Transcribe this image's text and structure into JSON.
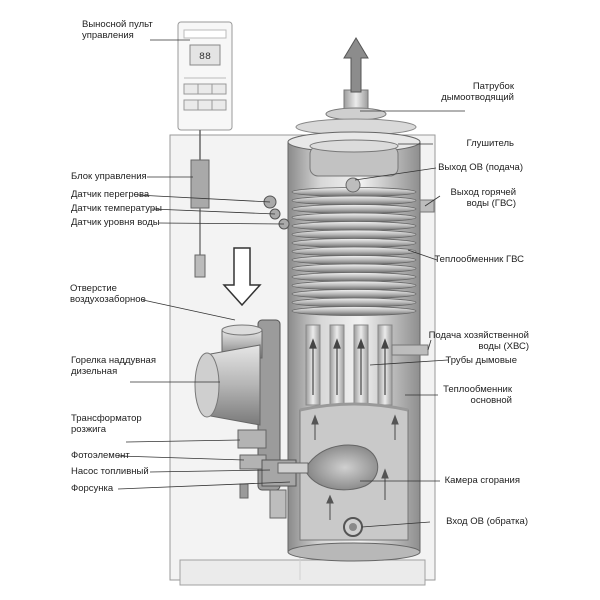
{
  "labels": {
    "remote_panel": [
      "Выносной пульт",
      "управления"
    ],
    "control_unit": "Блок управления",
    "overheat_sensor": "Датчик перегрева",
    "temp_sensor": "Датчик температуры",
    "water_level_sensor": "Датчик уровня воды",
    "air_intake": [
      "Отверстие",
      "воздухозаборное"
    ],
    "burner": [
      "Горелка наддувная",
      "дизельная"
    ],
    "ignition_transformer": [
      "Трансформатор",
      "розжига"
    ],
    "photocell": "Фотоэлемент",
    "fuel_pump": "Насос топливный",
    "nozzle": "Форсунка",
    "flue_pipe": [
      "Патрубок",
      "дымоотводящий"
    ],
    "muffler": "Глушитель",
    "heating_outlet": "Выход ОВ (подача)",
    "hot_water_outlet": [
      "Выход горячей",
      "воды (ГВС)"
    ],
    "dhw_exchanger": "Теплообменник ГВС",
    "cold_water_inlet": [
      "Подача хозяйственной",
      "воды (ХВС)"
    ],
    "flue_tubes": "Трубы дымовые",
    "main_exchanger": [
      "Теплообменник",
      "основной"
    ],
    "combustion_chamber": "Камера сгорания",
    "heating_return": "Вход ОВ (обратка)"
  },
  "panel": {
    "display": "88"
  },
  "colors": {
    "metal_light": "#e6e6e6",
    "metal_mid": "#a9a9a9",
    "metal_dark": "#6e6e6e",
    "line": "#333333",
    "flame": "#9a9a9a"
  }
}
